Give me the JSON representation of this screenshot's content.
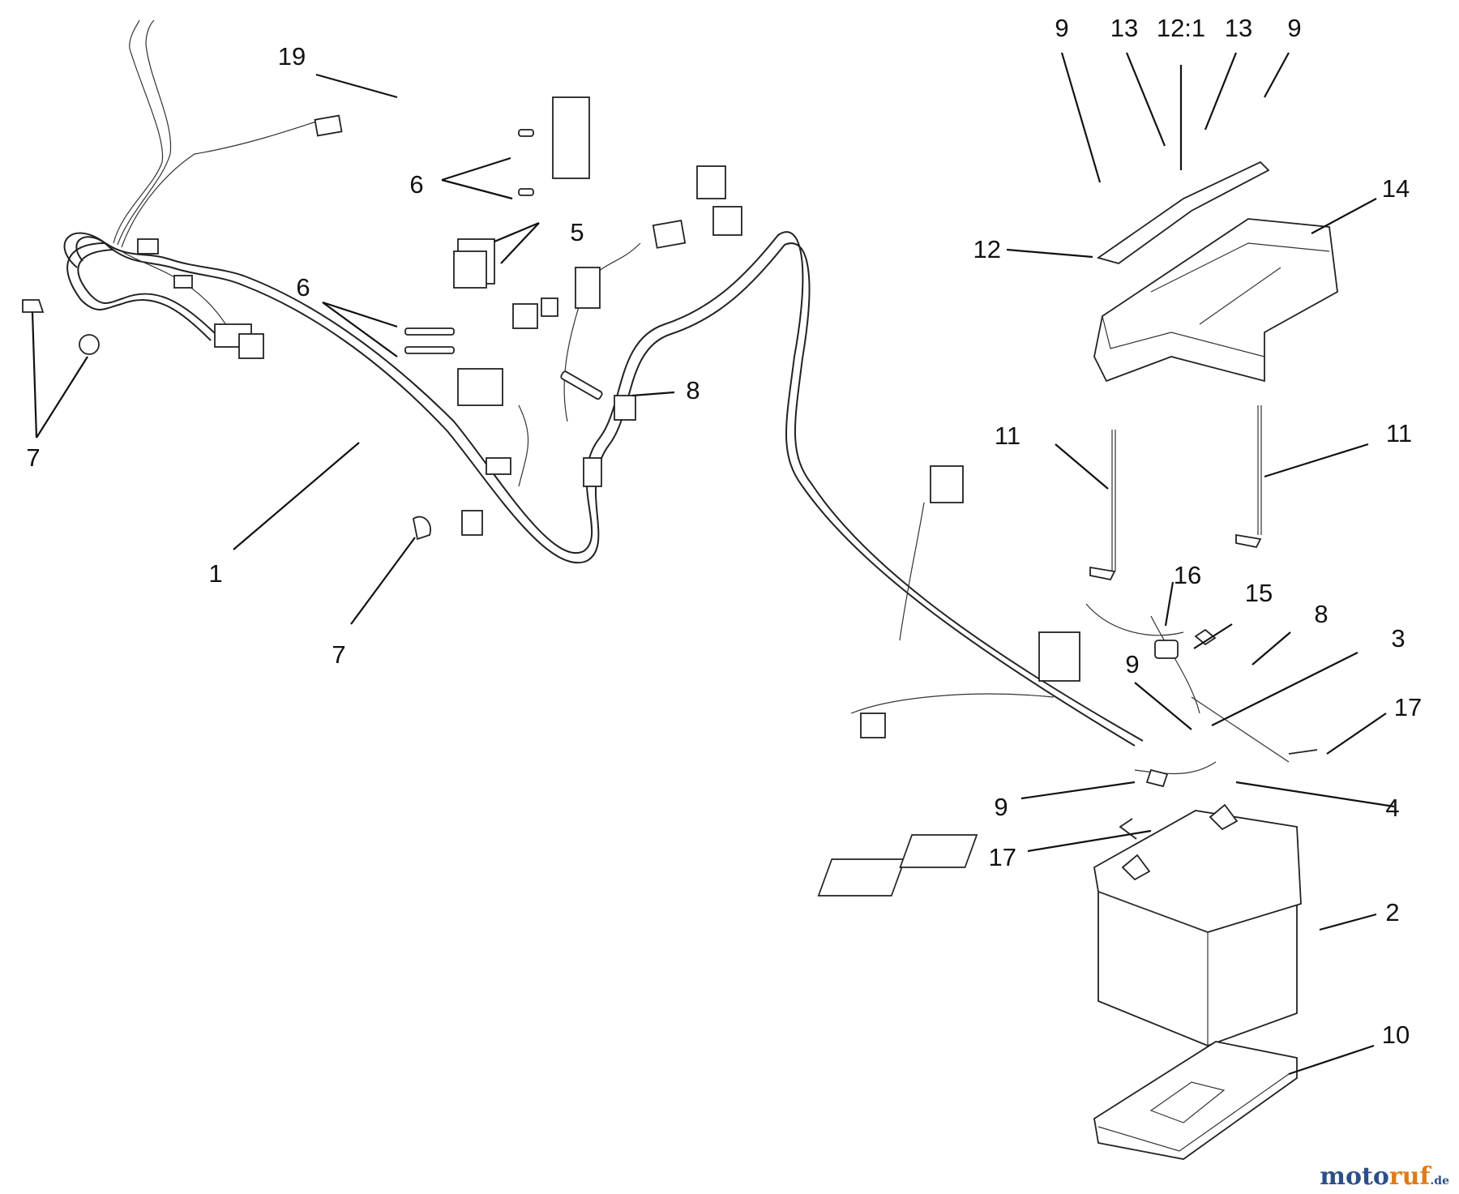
{
  "callouts": {
    "c19": "19",
    "c6a": "6",
    "c5": "5",
    "c6b": "6",
    "c7a": "7",
    "c8a": "8",
    "c1": "1",
    "c7b": "7",
    "c9a": "9",
    "c13a": "13",
    "c12_1": "12:1",
    "c13b": "13",
    "c9b": "9",
    "c14": "14",
    "c12": "12",
    "c11a": "11",
    "c11b": "11",
    "c16": "16",
    "c15": "15",
    "c8b": "8",
    "c3": "3",
    "c9c": "9",
    "c17a": "17",
    "c9d": "9",
    "c4": "4",
    "c17b": "17",
    "c2": "2",
    "c10": "10"
  },
  "watermark": {
    "part1": "moto",
    "part2": "ruf",
    "part3": ".de"
  }
}
